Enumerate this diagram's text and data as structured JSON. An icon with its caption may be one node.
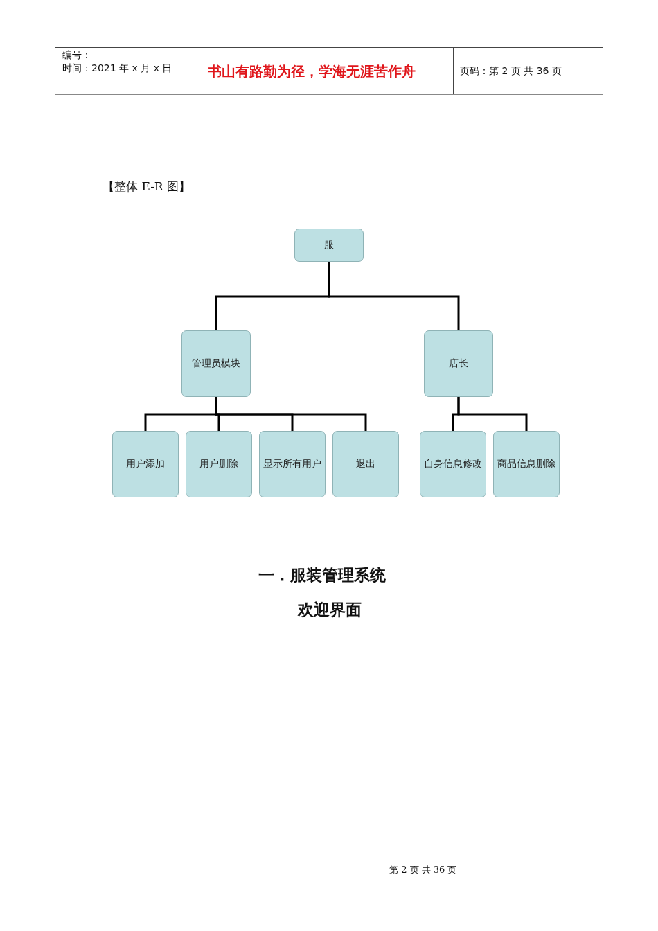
{
  "diagram": {
    "title": "【整体 E-R 图】",
    "nodes": [
      {
        "text": [
          "服"
        ]
      },
      {
        "text": [
          "管理员模块"
        ]
      },
      {
        "text": [
          "店长"
        ]
      },
      {
        "text": [
          "用户添加"
        ]
      },
      {
        "text": [
          "用户删除"
        ]
      },
      {
        "text": [
          "显示所有用户"
        ]
      },
      {
        "text": [
          "退出"
        ]
      },
      {
        "text": [
          "自身信息修改"
        ]
      },
      {
        "text": [
          "商品信息删除"
        ]
      }
    ],
    "edges": [
      {
        "from": 0,
        "to": 1,
        "arrow": "none"
      },
      {
        "from": 0,
        "to": 2,
        "arrow": "none"
      },
      {
        "from": 1,
        "to": 3,
        "arrow": "none"
      },
      {
        "from": 1,
        "to": 4,
        "arrow": "none"
      },
      {
        "from": 1,
        "to": 5,
        "arrow": "none"
      },
      {
        "from": 1,
        "to": 6,
        "arrow": "none"
      },
      {
        "from": 2,
        "to": 7,
        "arrow": "none"
      },
      {
        "from": 2,
        "to": 8,
        "arrow": "none"
      }
    ],
    "labels": [
      "编号：",
      "时间：2021 年 x 月 x 日",
      "书山有路勤为径，学海无涯苦作舟",
      "页码：第 2 页 共 36 页",
      "一．服装管理系统",
      "欢迎界面",
      "第 2 页 共 36 页"
    ]
  }
}
